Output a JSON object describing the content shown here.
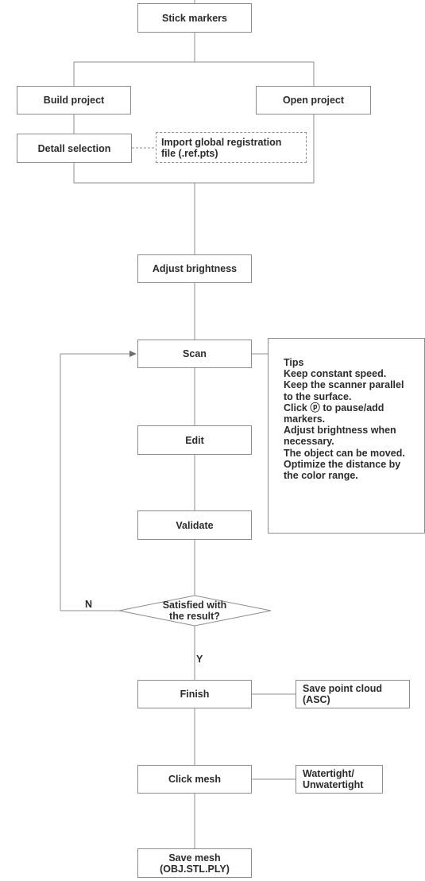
{
  "nodes": {
    "stick_markers": "Stick markers",
    "build_project": "Build project",
    "open_project": "Open project",
    "detail_selection": "Detall selection",
    "import_registration": "Import global registration\nfile (.ref.pts)",
    "adjust_brightness": "Adjust brightness",
    "scan": "Scan",
    "edit": "Edit",
    "validate": "Validate",
    "satisfied": "Satisfied with\nthe result?",
    "finish": "Finish",
    "save_point_cloud": "Save point cloud\n(ASC)",
    "click_mesh": "Click mesh",
    "watertight": "Watertight/\nUnwatertight",
    "save_mesh": "Save mesh\n(OBJ.STL.PLY)"
  },
  "tips": {
    "title": "Tips",
    "lines": [
      "Keep constant speed.",
      "Keep the scanner parallel",
      "to the surface.",
      "Click ⓟ to pause/add",
      "markers.",
      "Adjust brightness when",
      "necessary.",
      "The object can be moved.",
      "Optimize the distance by",
      "the color range."
    ]
  },
  "labels": {
    "no": "N",
    "yes": "Y"
  }
}
